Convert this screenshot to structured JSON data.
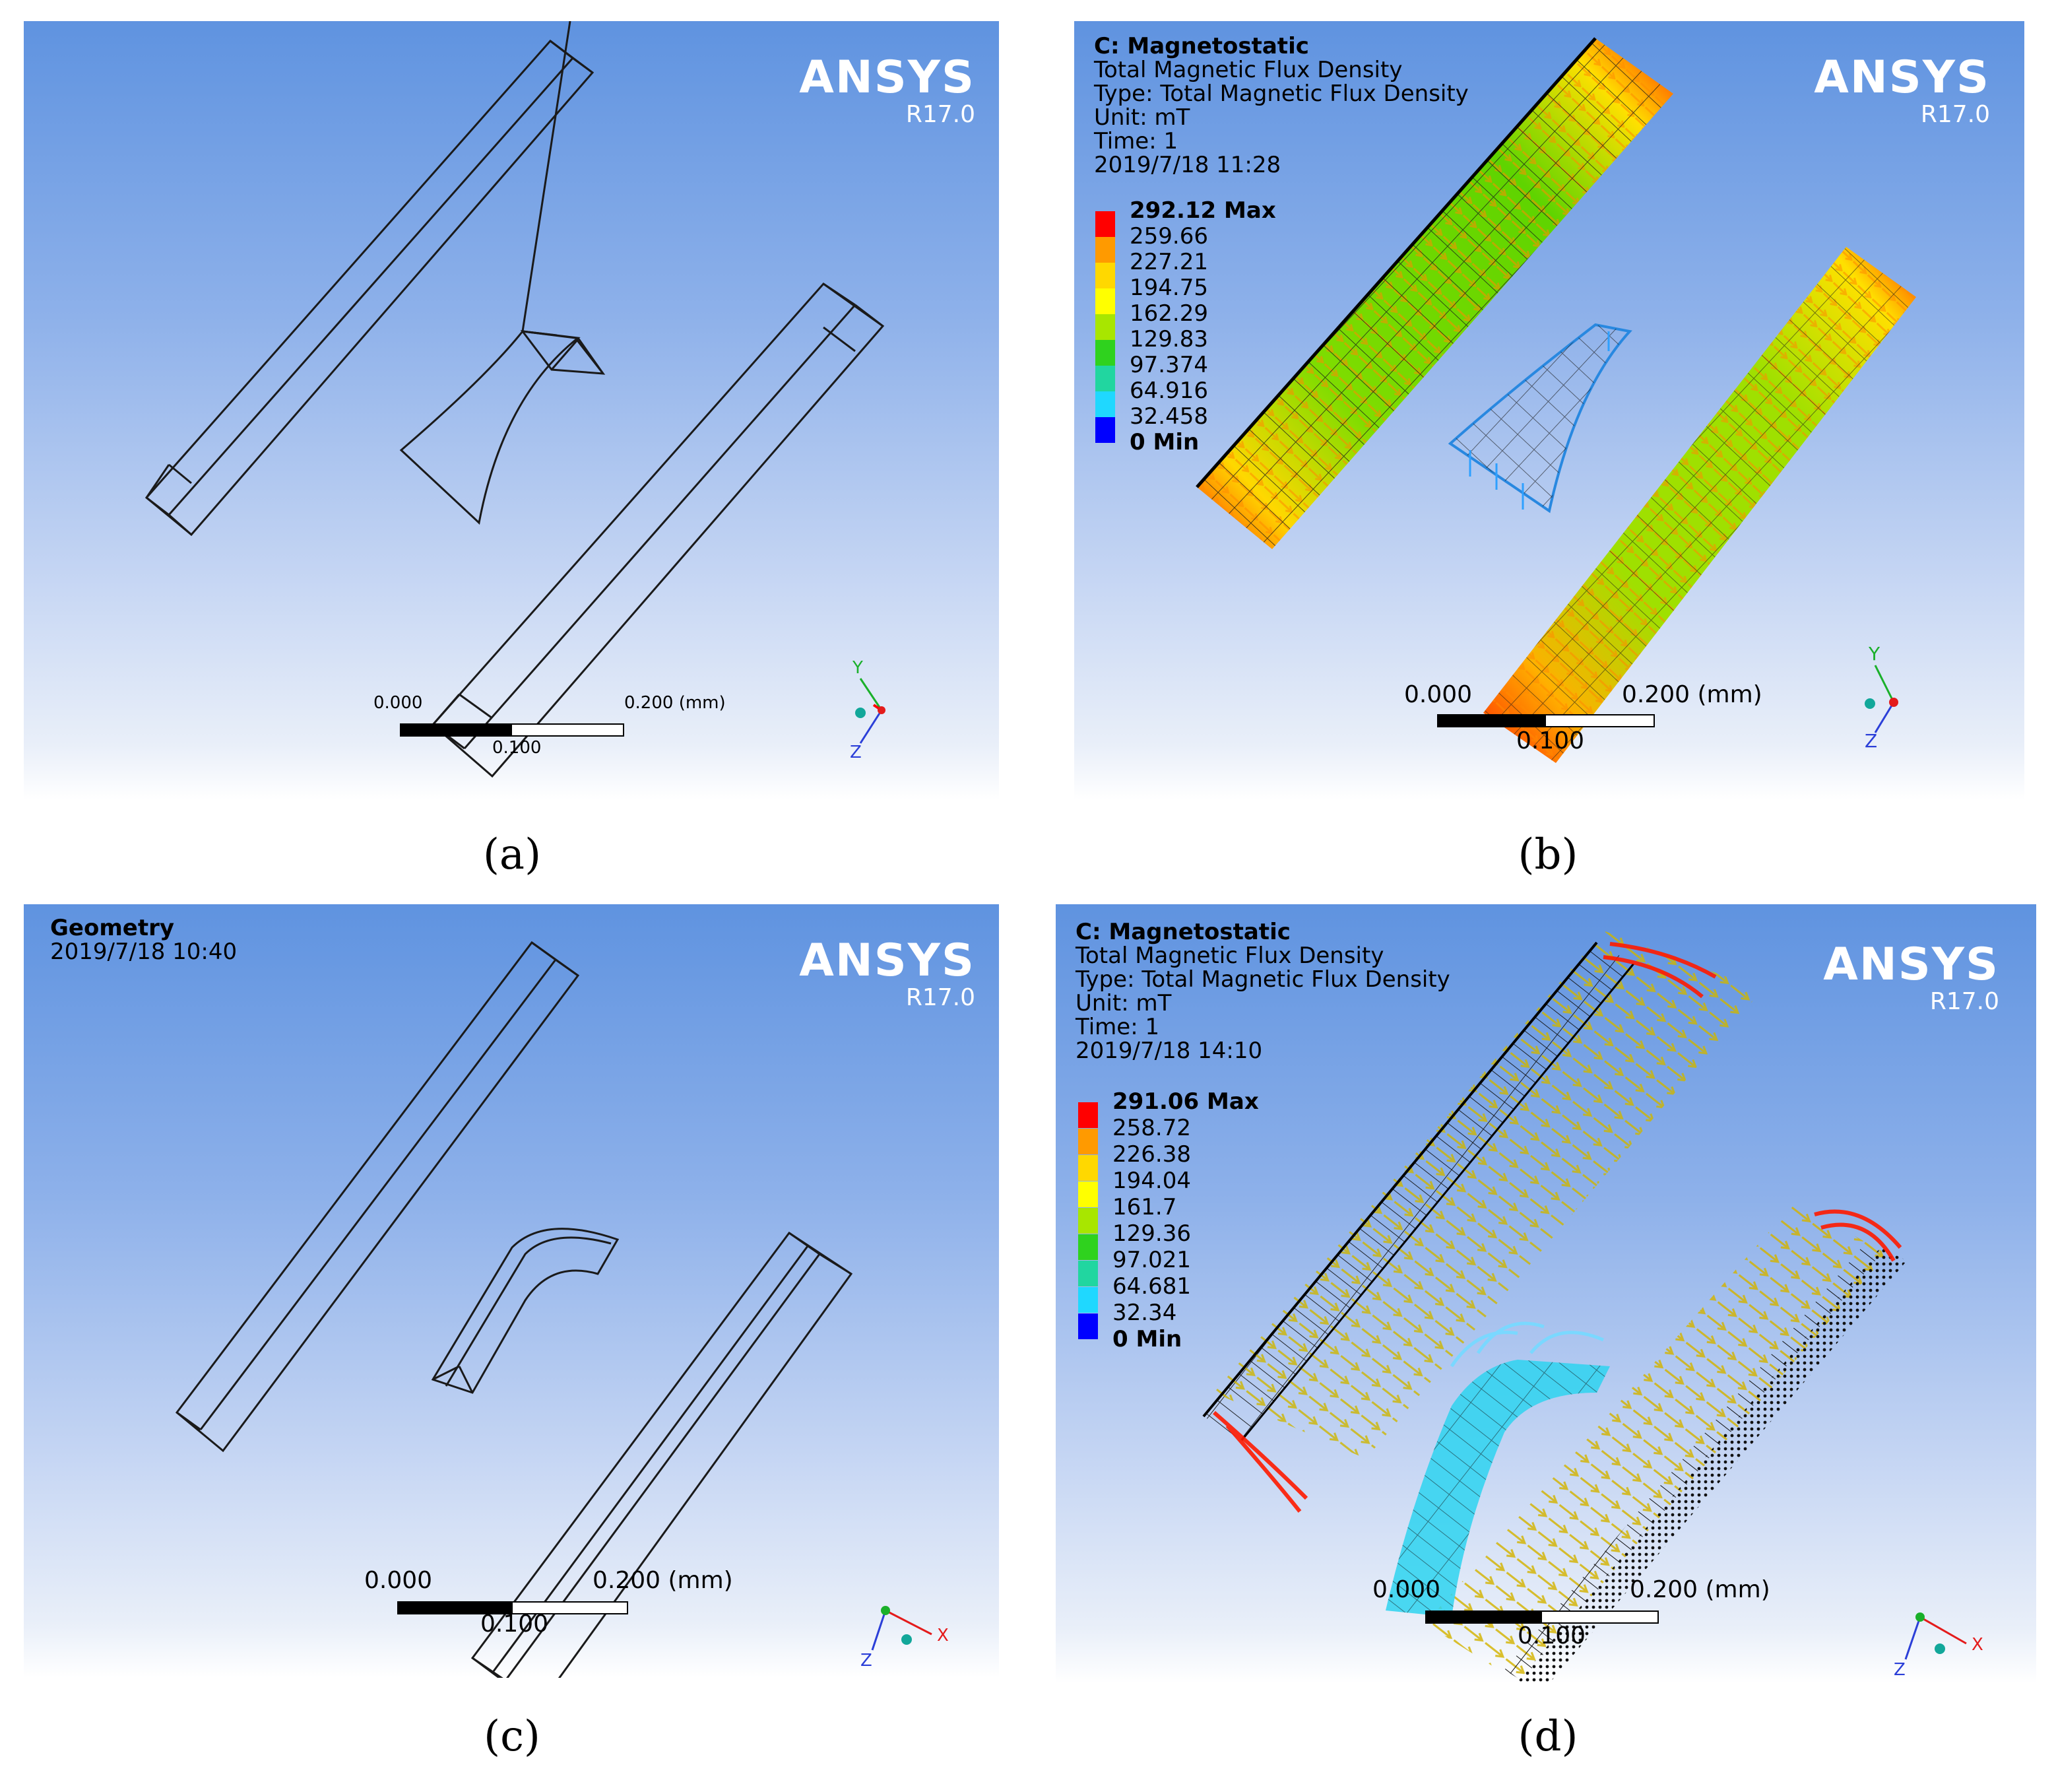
{
  "brand": "ANSYS",
  "version": "R17.0",
  "panels": {
    "a": {
      "caption": "(a)",
      "scale": {
        "left": "0.000",
        "mid": "0.100",
        "right": "0.200 (mm)"
      },
      "triad": {
        "y": "Y",
        "z": "Z"
      }
    },
    "b": {
      "caption": "(b)",
      "info": {
        "title": "C: Magnetostatic",
        "result": "Total Magnetic Flux Density",
        "type": "Type: Total Magnetic Flux Density",
        "unit": "Unit: mT",
        "time": "Time: 1",
        "date": "2019/7/18 11:28"
      },
      "legend": [
        "292.12 Max",
        "259.66",
        "227.21",
        "194.75",
        "162.29",
        "129.83",
        "97.374",
        "64.916",
        "32.458",
        "0 Min"
      ],
      "scale": {
        "left": "0.000",
        "mid": "0.100",
        "right": "0.200 (mm)"
      },
      "triad": {
        "y": "Y",
        "z": "Z"
      }
    },
    "c": {
      "caption": "(c)",
      "info": {
        "title": "Geometry",
        "date": "2019/7/18 10:40"
      },
      "scale": {
        "left": "0.000",
        "mid": "0.100",
        "right": "0.200 (mm)"
      },
      "triad": {
        "x": "X",
        "z": "Z"
      }
    },
    "d": {
      "caption": "(d)",
      "info": {
        "title": "C: Magnetostatic",
        "result": "Total Magnetic Flux Density",
        "type": "Type: Total Magnetic Flux Density",
        "unit": "Unit: mT",
        "time": "Time: 1",
        "date": "2019/7/18 14:10"
      },
      "legend": [
        "291.06 Max",
        "258.72",
        "226.38",
        "194.04",
        "161.7",
        "129.36",
        "97.021",
        "64.681",
        "32.34",
        "0 Min"
      ],
      "scale": {
        "left": "0.000",
        "mid": "0.100",
        "right": "0.200 (mm)"
      },
      "triad": {
        "x": "X",
        "z": "Z"
      }
    }
  },
  "legend_colors": [
    "#ff0000",
    "#ff9a00",
    "#ffd800",
    "#ffff00",
    "#a8e600",
    "#2fd21e",
    "#21d6a0",
    "#1fd8ff",
    "#1e8fe8",
    "#0000ff"
  ]
}
